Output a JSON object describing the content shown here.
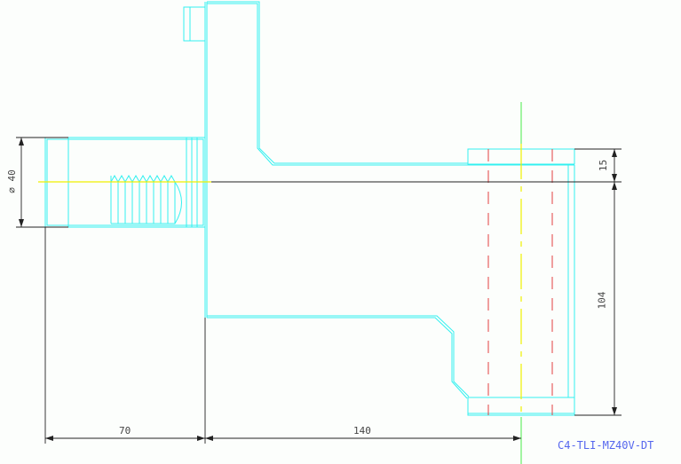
{
  "drawing": {
    "title_block": "C4-TLI-MZ40V-DT",
    "dimensions": {
      "shank_diameter": "⌀ 40",
      "shank_length": "70",
      "offset_length": "140",
      "top_offset": "15",
      "height": "104"
    },
    "colors": {
      "outline": "#33f0f0",
      "dimension": "#222222",
      "centerline": "#f0f000",
      "axis": "#66ee66",
      "hidden": "#e24040",
      "title": "#5566ee"
    }
  }
}
